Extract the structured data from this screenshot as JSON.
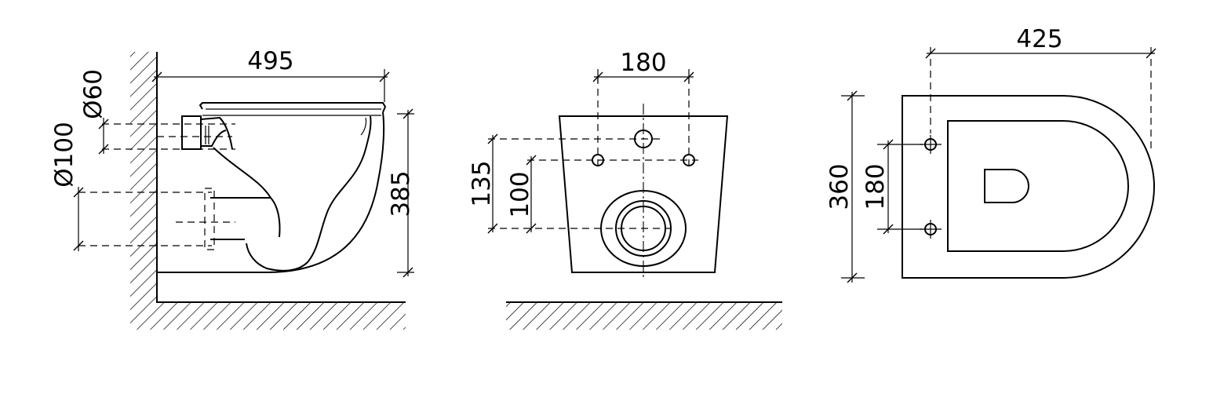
{
  "views": {
    "side": {
      "width_label": "495",
      "height_label": "385",
      "inlet_diameter_label": "Ø60",
      "outlet_diameter_label": "Ø100"
    },
    "front": {
      "bolt_spacing_label": "180",
      "height_a_label": "135",
      "height_b_label": "100"
    },
    "top": {
      "length_label": "425",
      "width_label": "360",
      "bolt_spacing_label": "180"
    }
  }
}
